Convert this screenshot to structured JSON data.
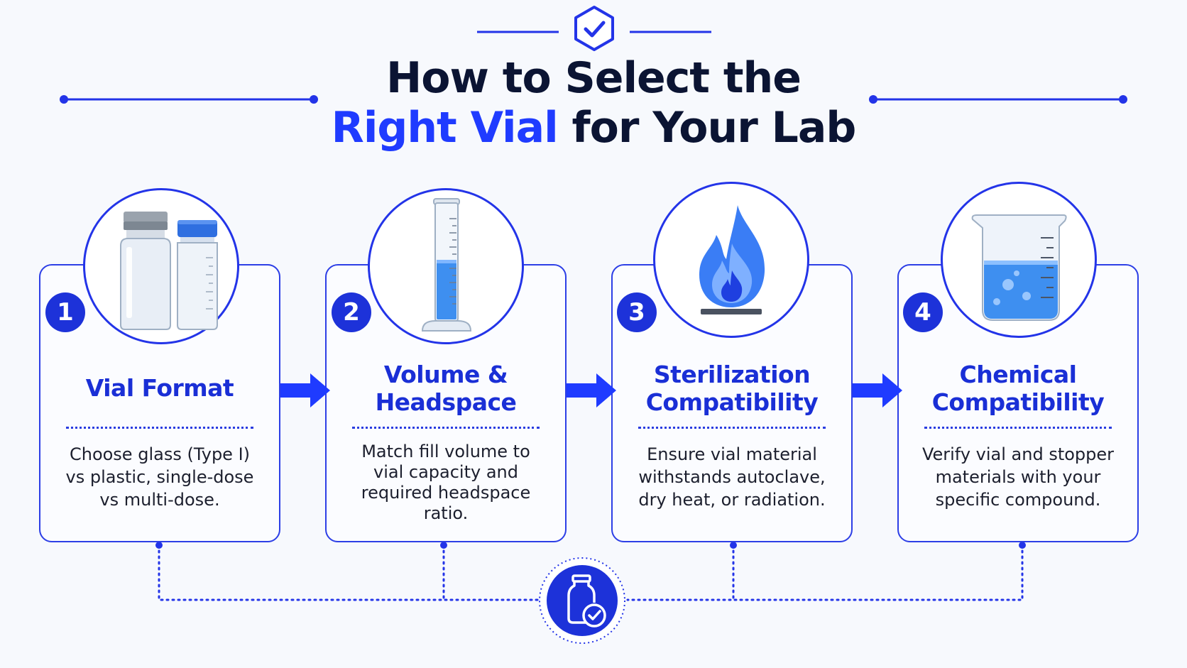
{
  "title": {
    "line1": "How to Select the",
    "line2_accent": "Right Vial",
    "line2_rest": " for Your Lab"
  },
  "colors": {
    "accent": "#1f3bff",
    "card_border": "#2d3fe6",
    "badge": "#1d32d9",
    "liquid": "#3e8ff0",
    "title_dark": "#0b1433"
  },
  "header_icon": "shield-check-icon",
  "steps": [
    {
      "number": "1",
      "title_lines": [
        "Vial Format"
      ],
      "desc_lines": [
        "Choose glass (Type I)",
        "vs plastic, single-dose",
        "vs multi-dose."
      ],
      "icon": "vials-icon"
    },
    {
      "number": "2",
      "title_lines": [
        "Volume &",
        "Headspace"
      ],
      "desc_lines": [
        "Match fill volume to",
        "vial capacity and",
        "required headspace",
        "ratio."
      ],
      "icon": "graduated-cylinder-icon"
    },
    {
      "number": "3",
      "title_lines": [
        "Sterilization",
        "Compatibility"
      ],
      "desc_lines": [
        "Ensure vial material",
        "withstands autoclave,",
        "dry heat, or radiation."
      ],
      "icon": "flame-icon"
    },
    {
      "number": "4",
      "title_lines": [
        "Chemical",
        "Compatibility"
      ],
      "desc_lines": [
        "Verify vial and stopper",
        "materials with your",
        "specific compound."
      ],
      "icon": "beaker-icon"
    }
  ],
  "footer_icon": "vial-check-icon"
}
